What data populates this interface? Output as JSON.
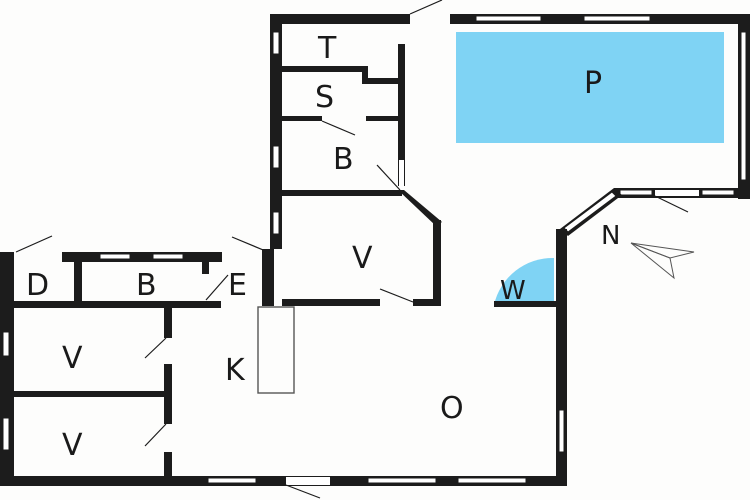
{
  "plan": {
    "colors": {
      "wall": "#1c1c1c",
      "floor": "#fdfdfc",
      "pool": "#7fd3f4",
      "accent_w": "#7fd3f4"
    },
    "rooms": {
      "t": "T",
      "s": "S",
      "b_upper": "B",
      "p": "P",
      "v_middle": "V",
      "w": "W",
      "n": "N",
      "d": "D",
      "b_lower": "B",
      "e": "E",
      "v_left_top": "V",
      "k": "K",
      "v_left_bottom": "V",
      "o": "O"
    },
    "compass_icon": "north-arrow-icon"
  }
}
